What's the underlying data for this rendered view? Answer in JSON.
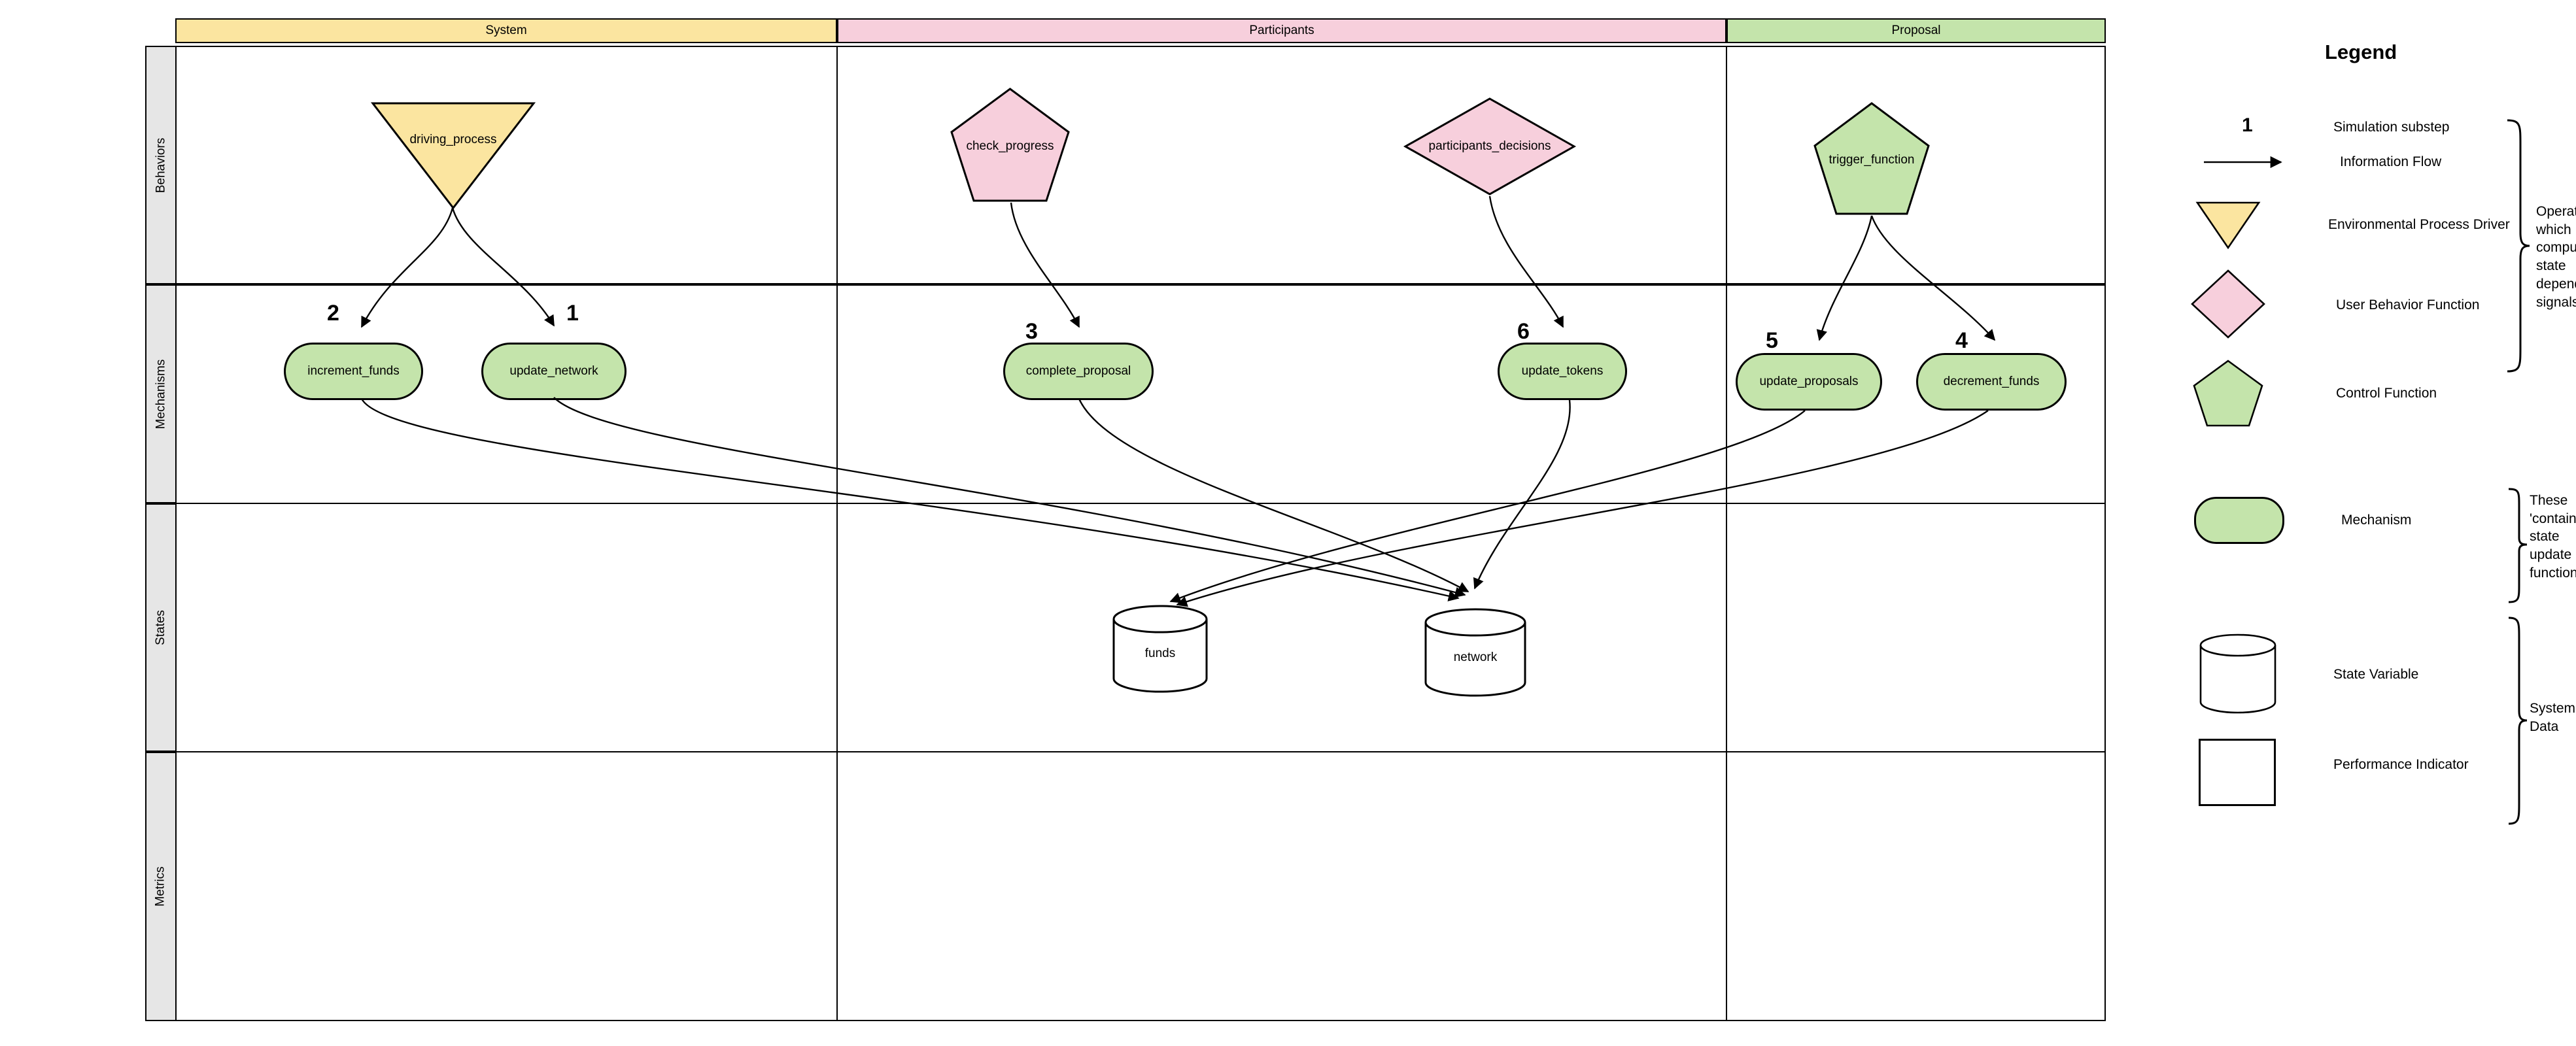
{
  "lanes": [
    {
      "label": "System",
      "color": "#fbe5a0"
    },
    {
      "label": "Participants",
      "color": "#f7cfdc"
    },
    {
      "label": "Proposal",
      "color": "#c4e4ab"
    }
  ],
  "rows": [
    {
      "label": "Behaviors"
    },
    {
      "label": "Mechanisms"
    },
    {
      "label": "States"
    },
    {
      "label": "Metrics"
    }
  ],
  "behaviors": [
    {
      "id": "driving_process",
      "label": "driving_process",
      "shape": "triangle-down",
      "color": "#fbe5a0",
      "lane": "System"
    },
    {
      "id": "check_progress",
      "label": "check_progress",
      "shape": "pentagon",
      "color": "#f7cfdc",
      "lane": "Participants"
    },
    {
      "id": "participants_decisions",
      "label": "participants_decisions",
      "shape": "diamond",
      "color": "#f7cfdc",
      "lane": "Participants"
    },
    {
      "id": "trigger_function",
      "label": "trigger_function",
      "shape": "pentagon",
      "color": "#c4e4ab",
      "lane": "Proposal"
    }
  ],
  "mechanisms": [
    {
      "id": "increment_funds",
      "label": "increment_funds",
      "substep": "2",
      "lane": "System"
    },
    {
      "id": "update_network",
      "label": "update_network",
      "substep": "1",
      "lane": "System"
    },
    {
      "id": "complete_proposal",
      "label": "complete_proposal",
      "substep": "3",
      "lane": "Participants"
    },
    {
      "id": "update_tokens",
      "label": "update_tokens",
      "substep": "6",
      "lane": "Participants"
    },
    {
      "id": "update_proposals",
      "label": "update_proposals",
      "substep": "5",
      "lane": "Proposal"
    },
    {
      "id": "decrement_funds",
      "label": "decrement_funds",
      "substep": "4",
      "lane": "Proposal"
    }
  ],
  "states": [
    {
      "id": "funds",
      "label": "funds",
      "shape": "cylinder",
      "lane": "Participants"
    },
    {
      "id": "network",
      "label": "network",
      "shape": "cylinder",
      "lane": "Participants"
    }
  ],
  "metrics": [],
  "legend": {
    "title": "Legend",
    "entries": [
      {
        "icon": "substep-number",
        "glyph": "1",
        "label": "Simulation substep"
      },
      {
        "icon": "arrow-right-icon",
        "glyph": "→",
        "label": "Information Flow"
      },
      {
        "icon": "triangle-down-shape",
        "label": "Environmental Process Driver",
        "color": "#fbe5a0"
      },
      {
        "icon": "diamond-shape",
        "label": "User Behavior Function",
        "color": "#f7cfdc"
      },
      {
        "icon": "pentagon-shape",
        "label": "Control Function",
        "color": "#c4e4ab"
      },
      {
        "icon": "rounded-rect-shape",
        "label": "Mechanism",
        "color": "#c4e4ab"
      },
      {
        "icon": "cylinder-shape",
        "label": "State Variable",
        "color": "#ffffff"
      },
      {
        "icon": "rectangle-shape",
        "label": "Performance Indicator",
        "color": "#ffffff"
      }
    ],
    "brackets": [
      {
        "id": "operators-bracket",
        "text": "Operators\nwhich\ncomputes\nstate\ndependent\nsignals"
      },
      {
        "id": "mechanism-bracket",
        "text": "These\n'contain'\nstate\nupdate\nfunctions"
      },
      {
        "id": "system-data-bracket",
        "text": "System\nData"
      }
    ]
  },
  "edges": [
    {
      "from": "driving_process",
      "to": "increment_funds"
    },
    {
      "from": "driving_process",
      "to": "update_network"
    },
    {
      "from": "check_progress",
      "to": "complete_proposal"
    },
    {
      "from": "participants_decisions",
      "to": "update_tokens"
    },
    {
      "from": "trigger_function",
      "to": "update_proposals"
    },
    {
      "from": "trigger_function",
      "to": "decrement_funds"
    },
    {
      "from": "increment_funds",
      "to": "network"
    },
    {
      "from": "update_network",
      "to": "network"
    },
    {
      "from": "complete_proposal",
      "to": "network"
    },
    {
      "from": "update_tokens",
      "to": "network"
    },
    {
      "from": "update_proposals",
      "to": "funds"
    },
    {
      "from": "decrement_funds",
      "to": "funds"
    }
  ]
}
